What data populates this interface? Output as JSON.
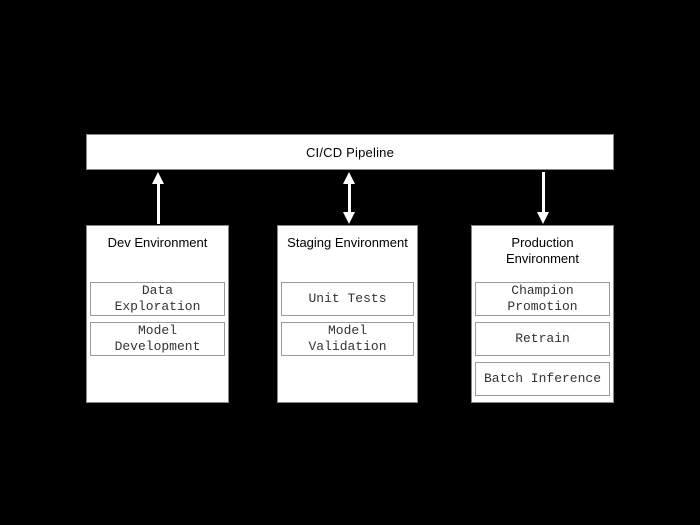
{
  "pipeline": {
    "label": "CI/CD Pipeline"
  },
  "environments": [
    {
      "title": "Dev Environment",
      "arrow_to_pipeline": "up",
      "tasks": [
        "Data\nExploration",
        "Model\nDevelopment"
      ]
    },
    {
      "title": "Staging Environment",
      "arrow_to_pipeline": "both",
      "tasks": [
        "Unit Tests",
        "Model\nValidation"
      ]
    },
    {
      "title": "Production\nEnvironment",
      "arrow_to_pipeline": "down",
      "tasks": [
        "Champion\nPromotion",
        "Retrain",
        "Batch Inference"
      ]
    }
  ],
  "colors": {
    "background": "#000000",
    "box_fill": "#ffffff",
    "box_border": "#888888",
    "task_border": "#999999",
    "task_text": "#333333",
    "title_text": "#000000",
    "arrow": "#ffffff"
  }
}
